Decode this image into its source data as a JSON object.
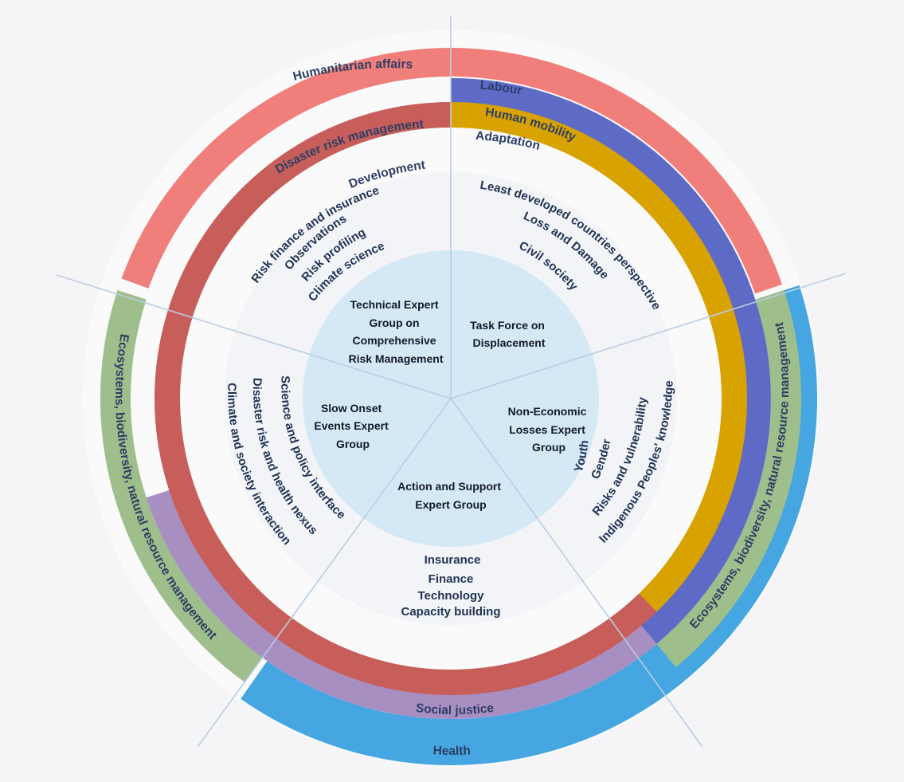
{
  "colors": {
    "background": "#f5f5f7",
    "outer_backdrop": "#fafafb",
    "humanitarian": "#f07f7b",
    "labour": "#5d6ac6",
    "human_mobility": "#d8a200",
    "disaster_risk": "#c85e5a",
    "adaptation": "#6a9494",
    "development": "#a9bea9",
    "ecosystems": "#9ebe8c",
    "social_justice": "#a88fc2",
    "health": "#45a6e2",
    "inner_panel": "#f3f4f7",
    "center_circle": "#d5e8f6",
    "divider": "#b9cde2"
  },
  "rings": {
    "humanitarian_affairs": "Humanitarian affairs",
    "labour": "Labour",
    "human_mobility": "Human mobility",
    "disaster_risk_management": "Disaster risk management",
    "adaptation": "Adaptation",
    "development": "Development",
    "ecosystems": "Ecosystems, biodiversity, natural resource management",
    "social_justice": "Social justice",
    "health": "Health"
  },
  "groups": {
    "technical_expert_group": [
      "Technical Expert",
      "Group on",
      "Comprehensive",
      "Risk Management"
    ],
    "task_force": [
      "Task Force on",
      "Displacement"
    ],
    "non_economic_losses": [
      "Non-Economic",
      "Losses Expert",
      "Group"
    ],
    "action_and_support": [
      "Action and Support",
      "Expert Group"
    ],
    "slow_onset_events": [
      "Slow Onset",
      "Events Expert",
      "Group"
    ]
  },
  "topics": {
    "technical": [
      "Risk finance and insurance",
      "Observations",
      "Risk profiling",
      "Climate science"
    ],
    "task_force": [
      "Least developed countries perspective",
      "Loss and Damage",
      "Civil society"
    ],
    "non_economic": [
      "Youth",
      "Gender",
      "Risks and vulnerability",
      "Indigenous Peoples' knowledge"
    ],
    "action_support": [
      "Insurance",
      "Finance",
      "Technology",
      "Capacity building"
    ],
    "slow_onset": [
      "Science and policy interface",
      "Disaster risk and health nexus",
      "Climate and society interaction"
    ]
  }
}
